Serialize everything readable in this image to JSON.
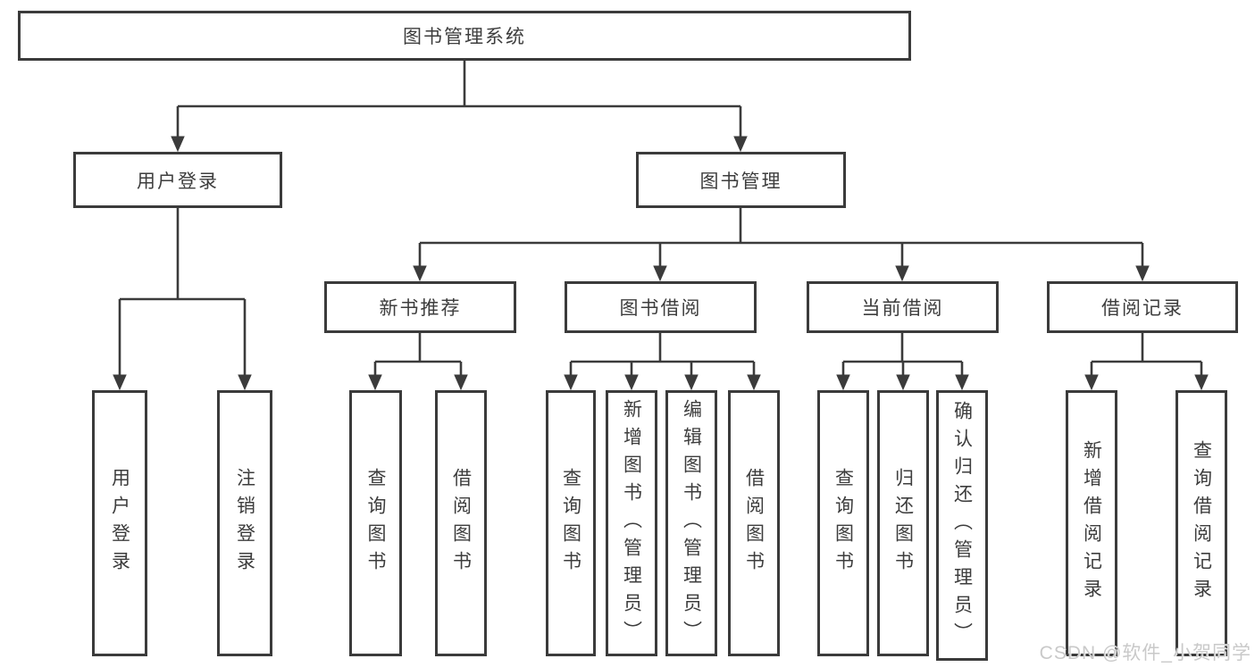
{
  "diagram": {
    "root": {
      "label": "图书管理系统"
    },
    "branches": [
      {
        "label": "用户登录",
        "children": [
          {
            "label": "用户登录"
          },
          {
            "label": "注销登录"
          }
        ]
      },
      {
        "label": "图书管理",
        "children": [
          {
            "label": "新书推荐",
            "children": [
              {
                "label": "查询图书"
              },
              {
                "label": "借阅图书"
              }
            ]
          },
          {
            "label": "图书借阅",
            "children": [
              {
                "label": "查询图书"
              },
              {
                "label": "新增图书（管理员）"
              },
              {
                "label": "编辑图书（管理员）"
              },
              {
                "label": "借阅图书"
              }
            ]
          },
          {
            "label": "当前借阅",
            "children": [
              {
                "label": "查询图书"
              },
              {
                "label": "归还图书"
              },
              {
                "label": "确认归还（管理员）"
              }
            ]
          },
          {
            "label": "借阅记录",
            "children": [
              {
                "label": "新增借阅记录"
              },
              {
                "label": "查询借阅记录"
              }
            ]
          }
        ]
      }
    ]
  },
  "watermark": {
    "text": "CSDN @软件_小贺同学"
  },
  "colors": {
    "line": "#3b3b3b",
    "text": "#3d3d3d",
    "background": "#ffffff",
    "watermark": "#c9c9c9"
  }
}
